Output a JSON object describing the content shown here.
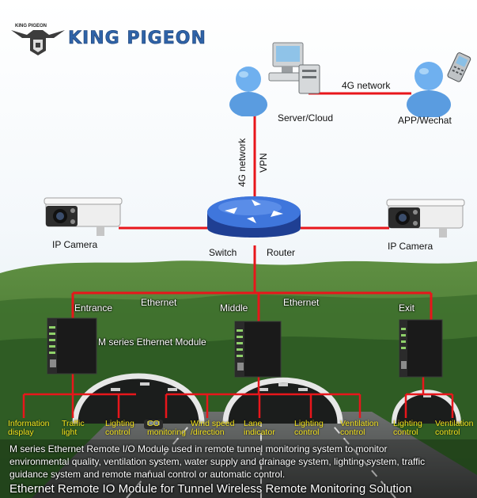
{
  "brand": {
    "name": "KING PIGEON",
    "small_name": "KING PIGEON"
  },
  "nodes": {
    "server": "Server/Cloud",
    "app": "APP/Wechat",
    "switch": "Switch",
    "router": "Router",
    "camera_left": "IP Camera",
    "camera_right": "IP Camera",
    "module": "M series Ethernet Module"
  },
  "links": {
    "network_top": "4G network",
    "network_vertical": "4G network",
    "vpn": "VPN",
    "ethernet_left": "Ethernet",
    "ethernet_right": "Ethernet"
  },
  "locations": {
    "entrance": "Entrance",
    "middle": "Middle",
    "exit": "Exit"
  },
  "controls": [
    {
      "line1": "Information",
      "line2": "display"
    },
    {
      "line1": "Traffic",
      "line2": "light"
    },
    {
      "line1": "Lighting",
      "line2": "control"
    },
    {
      "line1": "CO",
      "line2": "monitoring"
    },
    {
      "line1": "Wind speed",
      "line2": "/direction"
    },
    {
      "line1": "Lane",
      "line2": "indicator"
    },
    {
      "line1": "Lighting",
      "line2": "control"
    },
    {
      "line1": "Ventilation",
      "line2": "control"
    },
    {
      "line1": "Lighting",
      "line2": "control"
    },
    {
      "line1": "Ventilation",
      "line2": "control"
    }
  ],
  "description": {
    "line1": "M series Ethernet Remote I/O Module used in remote tunnel monitoring system to monitor",
    "line2": "environmental quality, ventilation system, water supply and drainage system, lighting system, traffic",
    "line3": "guidance system and remote manual control or automatic control."
  },
  "title": "Ethernet Remote IO Module for Tunnel Wireless Remote Monitoring Solution",
  "colors": {
    "link": "#e8161b",
    "label_yellow": "#f4e31e",
    "brand_blue": "#2f63a8",
    "switch_blue": "#2a58b8"
  }
}
